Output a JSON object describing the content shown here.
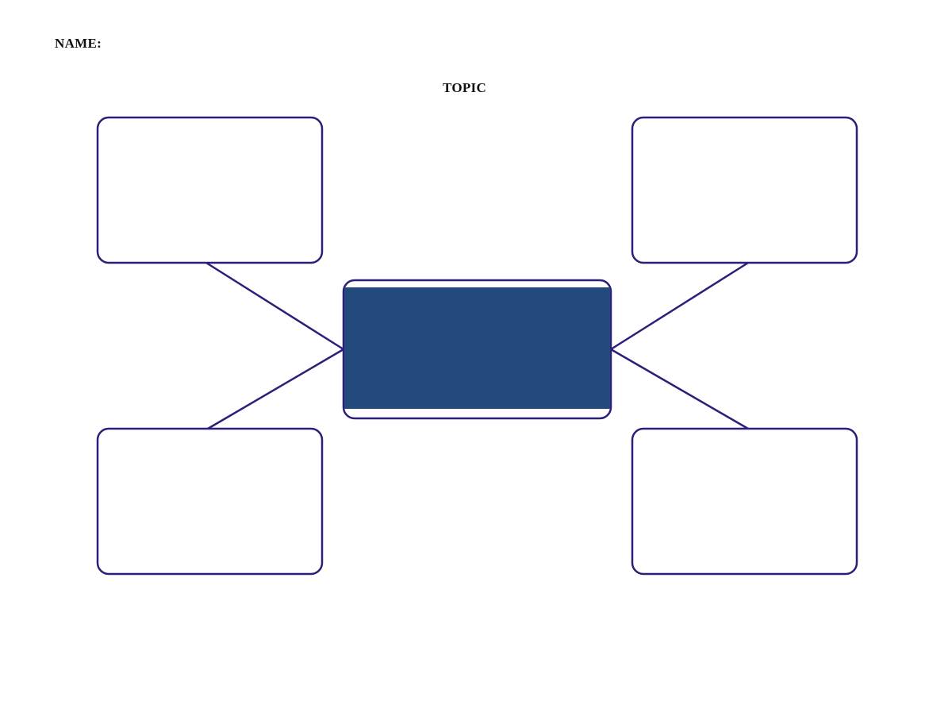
{
  "header": {
    "name_label": "NAME:",
    "topic_label": "TOPIC"
  },
  "diagram": {
    "outline_color": "#2b1f7a",
    "center_fill_color": "#224a7c",
    "satellite_boxes": [
      "top-left",
      "top-right",
      "bottom-left",
      "bottom-right"
    ]
  }
}
